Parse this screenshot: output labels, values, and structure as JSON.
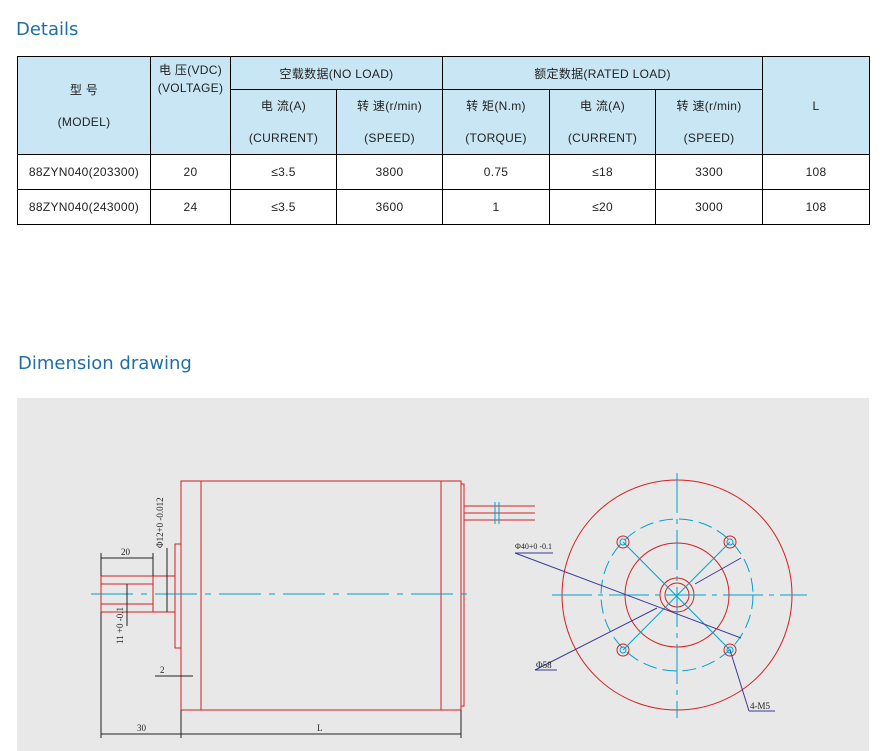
{
  "sections": {
    "details_title": "Details",
    "dimension_title": "Dimension drawing"
  },
  "table": {
    "header": {
      "model_cn": "型 号",
      "model_en": "(MODEL)",
      "voltage_cn": "电 压(VDC)",
      "voltage_en": "(VOLTAGE)",
      "no_load": "空载数据(NO LOAD)",
      "rated_load": "额定数据(RATED LOAD)",
      "nl_current_cn": "电 流(A)",
      "nl_current_en": "(CURRENT)",
      "nl_speed_cn": "转 速(r/min)",
      "nl_speed_en": "(SPEED)",
      "rl_torque_cn": "转 矩(N.m)",
      "rl_torque_en": "(TORQUE)",
      "rl_current_cn": "电 流(A)",
      "rl_current_en": "(CURRENT)",
      "rl_speed_cn": "转 速(r/min)",
      "rl_speed_en": "(SPEED)",
      "length": "L"
    },
    "rows": [
      {
        "model": "88ZYN040(203300)",
        "voltage": "20",
        "nl_current": "≤3.5",
        "nl_speed": "3800",
        "torque": "0.75",
        "rl_current": "≤18",
        "rl_speed": "3300",
        "length": "108"
      },
      {
        "model": "88ZYN040(243000)",
        "voltage": "24",
        "nl_current": "≤3.5",
        "nl_speed": "3600",
        "torque": "1",
        "rl_current": "≤20",
        "rl_speed": "3000",
        "length": "108"
      }
    ]
  },
  "drawing": {
    "dim_20": "20",
    "dim_shaft": "Φ12+0 -0.012",
    "dim_flat": "11 +0 -0.1",
    "dim_2": "2",
    "dim_30": "30",
    "dim_L": "L",
    "dim_phi40": "Φ40+0 -0.1",
    "dim_phi58": "Φ58",
    "dim_holes": "4-M5",
    "colors": {
      "outline": "#d42020",
      "center": "#00a0d0",
      "dim": "#222222",
      "leader": "#3a3a9a"
    }
  }
}
